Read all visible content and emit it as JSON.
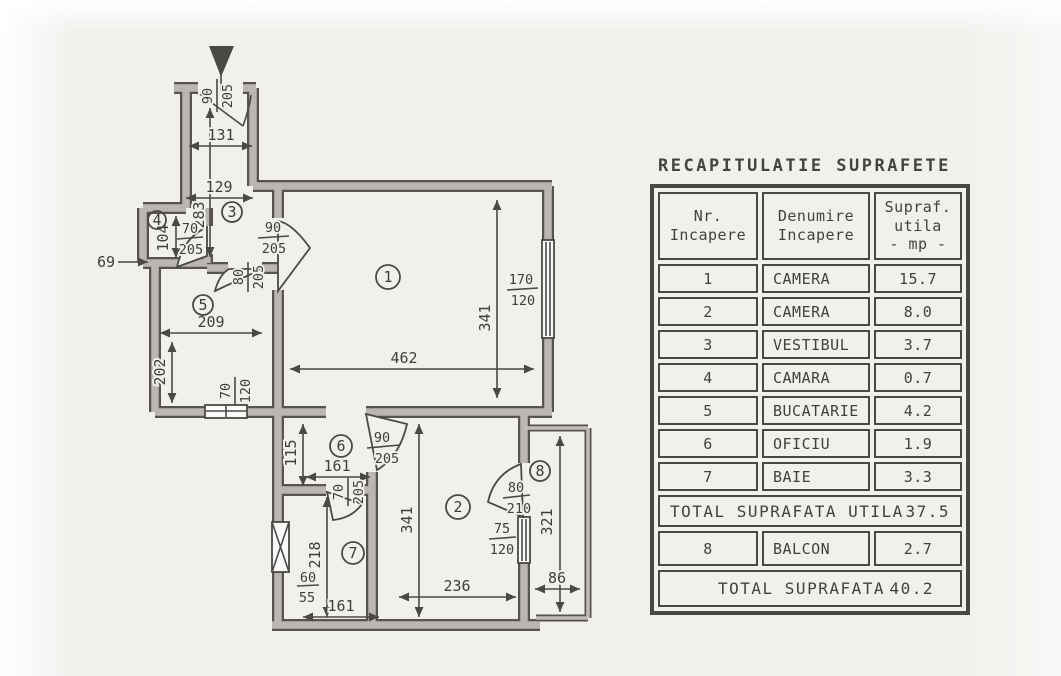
{
  "legend": {
    "title": "RECAPITULATIE SUPRAFETE",
    "col1": [
      "Nr.",
      "Incapere"
    ],
    "col2": [
      "Denumire",
      "Incapere"
    ],
    "col3": [
      "Supraf.",
      "utila",
      "- mp -"
    ],
    "rows": [
      {
        "nr": "1",
        "name": "CAMERA",
        "area": "15.7"
      },
      {
        "nr": "2",
        "name": "CAMERA",
        "area": "8.0"
      },
      {
        "nr": "3",
        "name": "VESTIBUL",
        "area": "3.7"
      },
      {
        "nr": "4",
        "name": "CAMARA",
        "area": "0.7"
      },
      {
        "nr": "5",
        "name": "BUCATARIE",
        "area": "4.2"
      },
      {
        "nr": "6",
        "name": "OFICIU",
        "area": "1.9"
      },
      {
        "nr": "7",
        "name": "BAIE",
        "area": "3.3"
      }
    ],
    "total_utila": {
      "label": "TOTAL SUPRAFATA UTILA",
      "value": "37.5"
    },
    "balcon_row": {
      "nr": "8",
      "name": "BALCON",
      "area": "2.7"
    },
    "total": {
      "label": "TOTAL SUPRAFATA",
      "value": "40.2"
    }
  },
  "plan": {
    "rooms": {
      "camera1": "1",
      "camera2": "2",
      "vestibul": "3",
      "camara": "4",
      "bucatarie": "5",
      "oficiu": "6",
      "baie": "7",
      "balcon": "8"
    },
    "dims": {
      "entry_top": "131",
      "entry_mid": "129",
      "vestibul_len": "283",
      "camara_h": "104",
      "wall_offset": "69",
      "kitchen_w": "209",
      "kitchen_h": "202",
      "room1_w": "462",
      "room1_h": "341",
      "oficiu_h": "115",
      "oficiu_w": "161",
      "baie_h": "218",
      "baie_w": "161",
      "niche_top": "60",
      "niche_bottom": "55",
      "room2_h": "341",
      "room2_w": "236",
      "balcon_w": "86",
      "balcon_h": "321"
    },
    "openings": {
      "entry": {
        "w": "90",
        "h": "205"
      },
      "camara_door": {
        "w": "70",
        "h": "205"
      },
      "room1_door": {
        "w": "90",
        "h": "205"
      },
      "kitchen_door": {
        "w": "80",
        "h": "205"
      },
      "kitchen_window": {
        "w": "70",
        "h": "120"
      },
      "room1_window": {
        "w": "170",
        "h": "120"
      },
      "room2_door": {
        "w": "90",
        "h": "205"
      },
      "baie_door": {
        "w": "70",
        "h": "205"
      },
      "balcon_door": {
        "w": "80",
        "h": "210"
      },
      "balcon_window": {
        "w": "75",
        "h": "120"
      }
    }
  }
}
